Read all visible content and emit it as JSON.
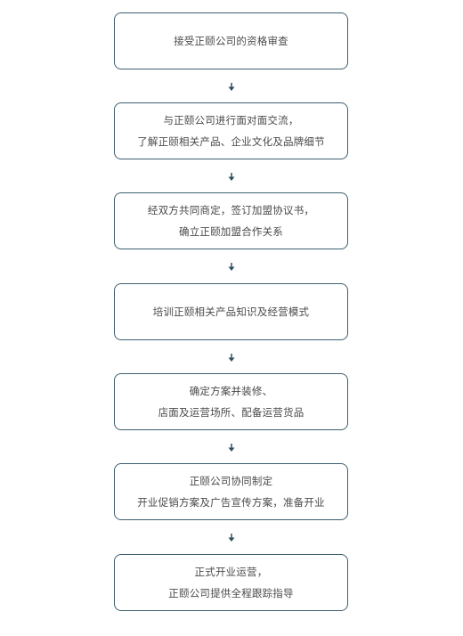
{
  "steps": [
    {
      "lines": [
        "接受正颐公司的资格审查"
      ]
    },
    {
      "lines": [
        "与正颐公司进行面对面交流，",
        "了解正颐相关产品、企业文化及品牌细节"
      ]
    },
    {
      "lines": [
        "经双方共同商定，签订加盟协议书，",
        "确立正颐加盟合作关系"
      ]
    },
    {
      "lines": [
        "培训正颐相关产品知识及经营模式"
      ]
    },
    {
      "lines": [
        "确定方案并装修、",
        "店面及运营场所、配备运营货品"
      ]
    },
    {
      "lines": [
        "正颐公司协同制定",
        "开业促销方案及广告宣传方案，准备开业"
      ]
    },
    {
      "lines": [
        "正式开业运营，",
        "正颐公司提供全程跟踪指导"
      ]
    }
  ],
  "colors": {
    "border": "#3d5f70",
    "arrow": "#2f4f5f",
    "text": "#4a4a4a"
  },
  "icons": {
    "connector": "down-arrow-icon"
  }
}
